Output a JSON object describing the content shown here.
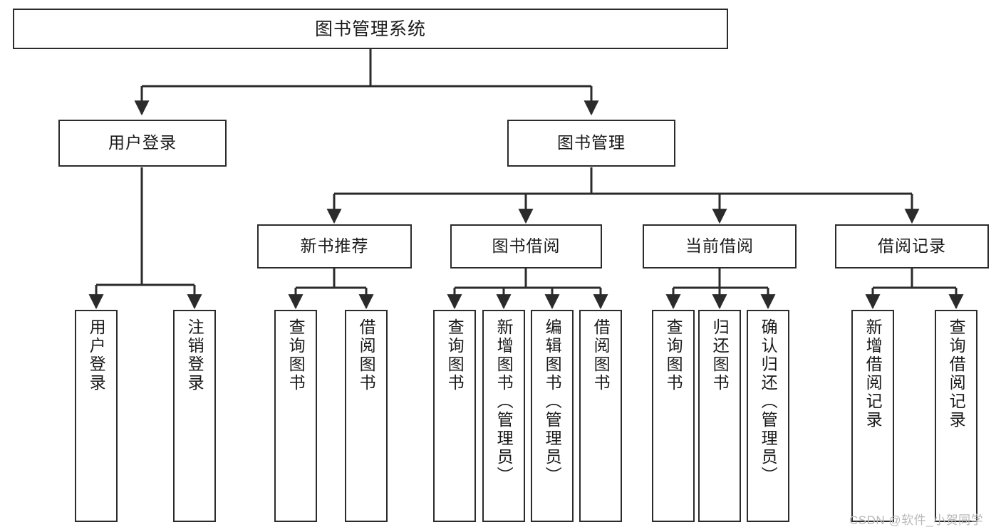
{
  "diagram": {
    "title": "图书管理系统",
    "type": "hierarchy-tree",
    "orientation": "top-down",
    "colors": {
      "stroke": "#2b2b2b",
      "fill": "#ffffff",
      "text": "#1a1a1a",
      "watermark": "#b9b9b9"
    },
    "watermark": "CSDN @软件_小贺同学",
    "nodes": {
      "root": {
        "label": "图书管理系统"
      },
      "level2": [
        {
          "id": "user-login",
          "label": "用户登录"
        },
        {
          "id": "book-manage",
          "label": "图书管理"
        }
      ],
      "level3": [
        {
          "id": "new-book-recommend",
          "label": "新书推荐"
        },
        {
          "id": "book-borrow",
          "label": "图书借阅"
        },
        {
          "id": "current-borrow",
          "label": "当前借阅"
        },
        {
          "id": "borrow-record",
          "label": "借阅记录"
        }
      ],
      "leaves": {
        "user_login": [
          {
            "id": "leaf-user-login",
            "label": "用户登录"
          },
          {
            "id": "leaf-logout-login",
            "label": "注销登录"
          }
        ],
        "new_book_recommend": [
          {
            "id": "leaf-query-book-1",
            "label": "查询图书"
          },
          {
            "id": "leaf-borrow-book-1",
            "label": "借阅图书"
          }
        ],
        "book_borrow": [
          {
            "id": "leaf-query-book-2",
            "label": "查询图书"
          },
          {
            "id": "leaf-add-book",
            "label": "新增图书（管理员）"
          },
          {
            "id": "leaf-edit-book",
            "label": "编辑图书（管理员）"
          },
          {
            "id": "leaf-borrow-book-2",
            "label": "借阅图书"
          }
        ],
        "current_borrow": [
          {
            "id": "leaf-query-book-3",
            "label": "查询图书"
          },
          {
            "id": "leaf-return-book",
            "label": "归还图书"
          },
          {
            "id": "leaf-confirm-return",
            "label": "确认归还（管理员）"
          }
        ],
        "borrow_record": [
          {
            "id": "leaf-add-record",
            "label": "新增借阅记录"
          },
          {
            "id": "leaf-query-record",
            "label": "查询借阅记录"
          }
        ]
      }
    }
  }
}
